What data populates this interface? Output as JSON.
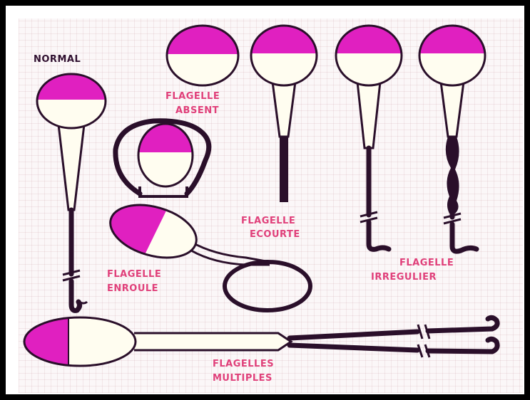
{
  "colors": {
    "border": "#000000",
    "acrosome": "#e020c0",
    "head_fill": "#fffdf0",
    "tail": "#2a0f2a",
    "label_pink": "#e0407a",
    "label_dark": "#301030"
  },
  "labels": {
    "normal": "NORMAL",
    "absent_1": "FLAGELLE",
    "absent_2": "ABSENT",
    "ecourte_1": "FLAGELLE",
    "ecourte_2": "ECOURTE",
    "irregulier_1": "FLAGELLE",
    "irregulier_2": "IRREGULIER",
    "enroule_1": "FLAGELLE",
    "enroule_2": "ENROULE",
    "multiples_1": "FLAGELLES",
    "multiples_2": "MULTIPLES"
  }
}
